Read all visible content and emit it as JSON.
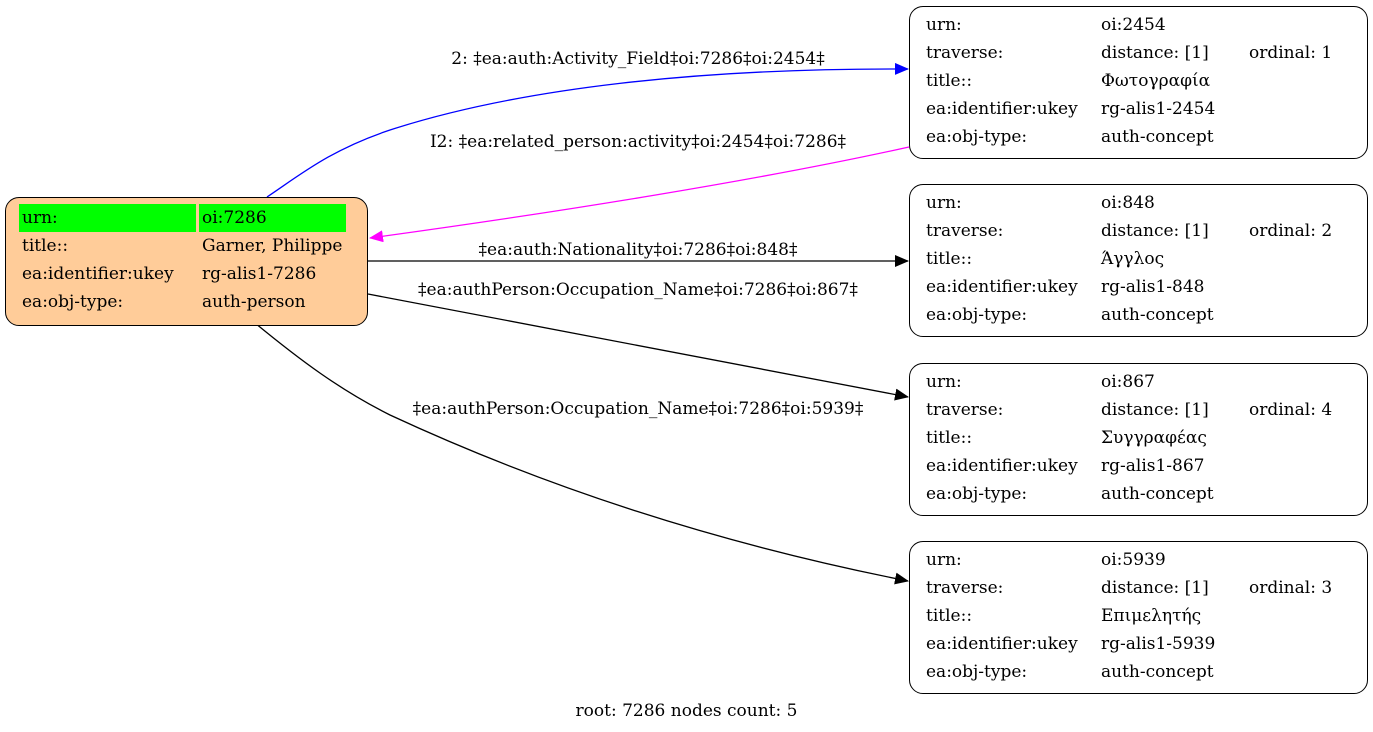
{
  "root_node": {
    "rows": [
      {
        "key": "urn:",
        "value": "oi:7286"
      },
      {
        "key": "title::",
        "value": "Garner, Philippe"
      },
      {
        "key": "ea:identifier:ukey",
        "value": "rg-alis1-7286"
      },
      {
        "key": "ea:obj-type:",
        "value": "auth-person"
      }
    ],
    "fill_color": "#ffcc99",
    "highlight_color": "#00ff00"
  },
  "nodes": [
    {
      "urn_key": "urn:",
      "urn": "oi:2454",
      "traverse_key": "traverse:",
      "distance": "distance: [1]",
      "ordinal": "ordinal: 1",
      "title_key": "title::",
      "title": "Φωτογραφία",
      "ukey_key": "ea:identifier:ukey",
      "ukey": "rg-alis1-2454",
      "type_key": "ea:obj-type:",
      "type": "auth-concept"
    },
    {
      "urn_key": "urn:",
      "urn": "oi:848",
      "traverse_key": "traverse:",
      "distance": "distance: [1]",
      "ordinal": "ordinal: 2",
      "title_key": "title::",
      "title": "Άγγλος",
      "ukey_key": "ea:identifier:ukey",
      "ukey": "rg-alis1-848",
      "type_key": "ea:obj-type:",
      "type": "auth-concept"
    },
    {
      "urn_key": "urn:",
      "urn": "oi:867",
      "traverse_key": "traverse:",
      "distance": "distance: [1]",
      "ordinal": "ordinal: 4",
      "title_key": "title::",
      "title": "Συγγραφέας",
      "ukey_key": "ea:identifier:ukey",
      "ukey": "rg-alis1-867",
      "type_key": "ea:obj-type:",
      "type": "auth-concept"
    },
    {
      "urn_key": "urn:",
      "urn": "oi:5939",
      "traverse_key": "traverse:",
      "distance": "distance: [1]",
      "ordinal": "ordinal: 3",
      "title_key": "title::",
      "title": "Επιμελητής",
      "ukey_key": "ea:identifier:ukey",
      "ukey": "rg-alis1-5939",
      "type_key": "ea:obj-type:",
      "type": "auth-concept"
    }
  ],
  "edges": [
    {
      "label": "2: ‡ea:auth:Activity_Field‡oi:7286‡oi:2454‡",
      "color": "#0000ff"
    },
    {
      "label": "I2: ‡ea:related_person:activity‡oi:2454‡oi:7286‡",
      "color": "#ff00ff"
    },
    {
      "label": "‡ea:auth:Nationality‡oi:7286‡oi:848‡",
      "color": "#000000"
    },
    {
      "label": "‡ea:authPerson:Occupation_Name‡oi:7286‡oi:867‡",
      "color": "#000000"
    },
    {
      "label": "‡ea:authPerson:Occupation_Name‡oi:7286‡oi:5939‡",
      "color": "#000000"
    }
  ],
  "footer": "root: 7286 nodes count: 5"
}
